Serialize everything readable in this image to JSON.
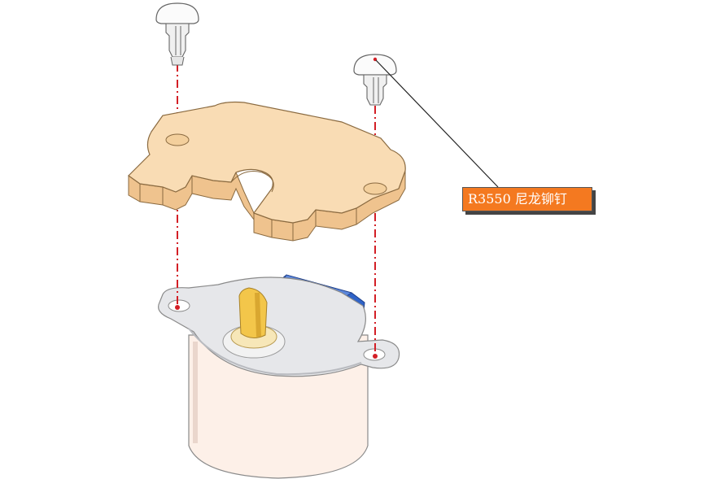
{
  "callout": {
    "label": "R3550 尼龙铆钉"
  },
  "colors": {
    "callout_fill": "#f47920",
    "callout_text": "#ffffff",
    "plate_fill": "#f9dcb4",
    "plate_side": "#efc38e",
    "motor_body": "#fdf0e8",
    "motor_flange": "#e6e7ea",
    "shaft": "#f3c64a",
    "connector": "#2f63c8",
    "guide_line": "#d31f26"
  },
  "icons": {
    "rivet": "nylon-rivet-icon",
    "plate": "wooden-plate",
    "motor": "stepper-motor"
  }
}
